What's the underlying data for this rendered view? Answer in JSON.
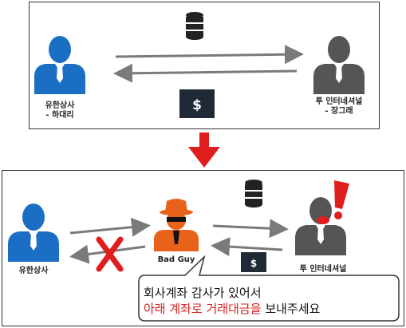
{
  "top": {
    "left_person": {
      "name": "유한상사",
      "role": "- 하대리"
    },
    "right_person": {
      "name": "투 인터네셔널",
      "role": "- 장그래"
    },
    "money_symbol": "$",
    "icons": [
      "database-icon",
      "person-icon",
      "dollar-icon"
    ]
  },
  "transition": {
    "icon": "down-arrow-icon",
    "color": "#e01e1e"
  },
  "bottom": {
    "left_person": {
      "name": "유한상사"
    },
    "bad_guy": {
      "name": "Bad Guy"
    },
    "right_person": {
      "name": "투 인터네셔널"
    },
    "money_symbol": "$",
    "alert_mark": "!",
    "speech": {
      "line1": "회사계좌 감사가 있어서",
      "line2_red": "아래 계좌로 거래대금을",
      "line2_rest": " 보내주세요"
    }
  },
  "colors": {
    "blue_person": "#1a6fc4",
    "gray_person": "#555555",
    "bad_guy": "#e8621a",
    "alert": "#e01e1e",
    "cross": "#e01e1e",
    "dark_box": "#1f2a36"
  }
}
